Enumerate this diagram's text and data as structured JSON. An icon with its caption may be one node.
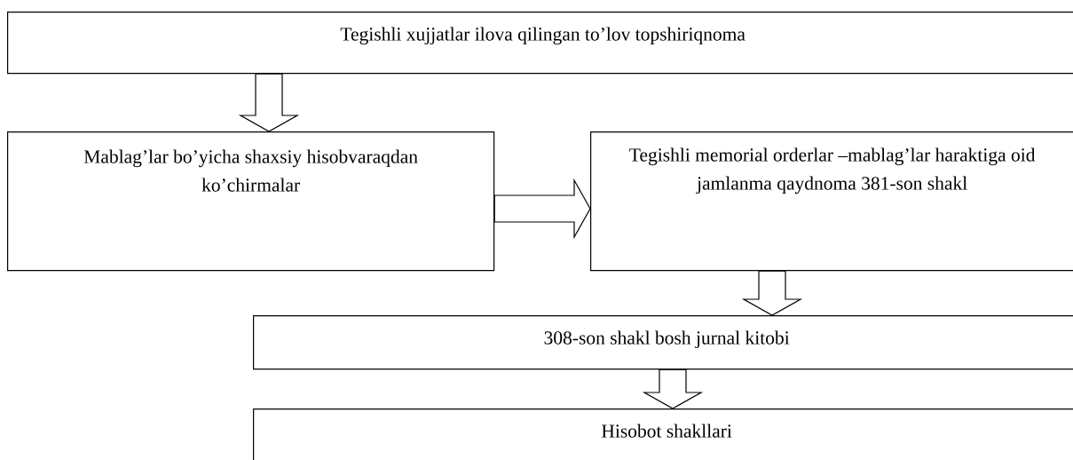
{
  "diagram": {
    "nodes": [
      {
        "text": [
          "Tegishli xujjatlar ilova qilingan to’lov topshiriqnoma"
        ]
      },
      {
        "text": [
          "Mablag’lar bo’yicha shaxsiy hisobvaraqdan ko’chirmalar"
        ]
      },
      {
        "text": [
          "Tegishli memorial orderlar –mablag’lar haraktiga oid jamlanma qaydnoma 381-son shakl"
        ]
      },
      {
        "text": [
          "308-son shakl bosh jurnal kitobi"
        ]
      },
      {
        "text": [
          "Hisobot shakllari"
        ]
      }
    ],
    "edges": [
      {
        "from": 0,
        "to": 1,
        "arrow": "to"
      },
      {
        "from": 1,
        "to": 2,
        "arrow": "to"
      },
      {
        "from": 2,
        "to": 3,
        "arrow": "to"
      },
      {
        "from": 3,
        "to": 4,
        "arrow": "to"
      }
    ]
  }
}
